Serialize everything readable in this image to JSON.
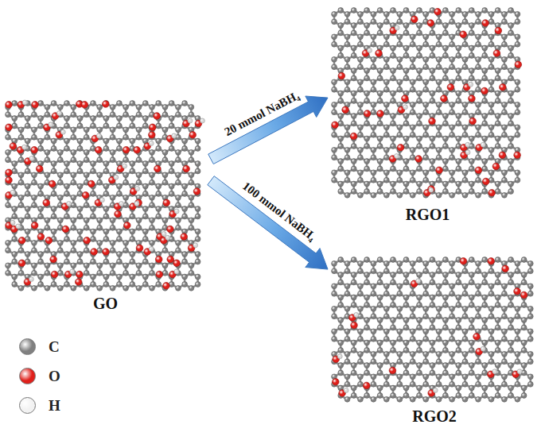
{
  "diagram": {
    "nodes": [
      {
        "text": [
          "GO"
        ]
      },
      {
        "text": [
          "RGO1"
        ]
      },
      {
        "text": [
          "RGO2"
        ]
      }
    ],
    "edges": [
      {
        "from": 0,
        "to": 1,
        "arrow": "to",
        "label": "20 mmol NaBH₄"
      },
      {
        "from": 0,
        "to": 2,
        "arrow": "to",
        "label": "100 mmol NaBH₄"
      }
    ],
    "legend": [
      {
        "text": "C",
        "color": "#808080"
      },
      {
        "text": "O",
        "color": "#e0201b"
      },
      {
        "text": "H",
        "color": "#f2f2f2"
      }
    ]
  }
}
